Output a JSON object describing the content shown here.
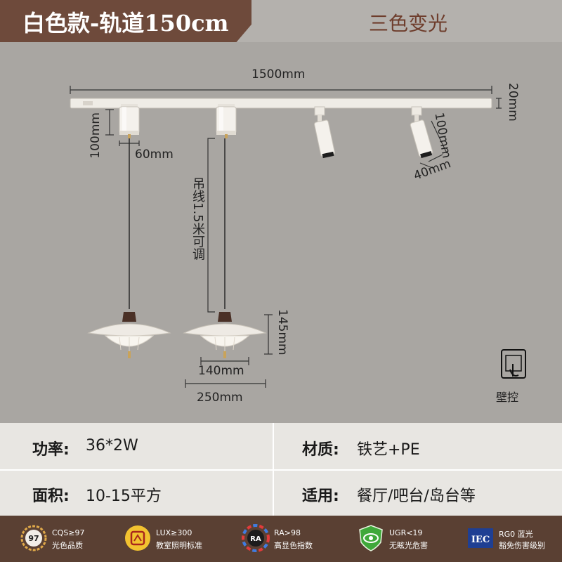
{
  "header": {
    "title": "白色款-轨道150cm",
    "right_label": "三色变光"
  },
  "dimensions": {
    "track_length": "1500mm",
    "track_height": "20mm",
    "spot_height": "100mm",
    "spot_width": "60mm",
    "tilt_spot_height": "100mm",
    "tilt_spot_width": "40mm",
    "cable_note": "吊线1.5米可调",
    "pendant_height": "145mm",
    "pendant_inner_width": "140mm",
    "pendant_outer_width": "250mm"
  },
  "wall_control": {
    "label": "壁控"
  },
  "specs": {
    "power_label": "功率:",
    "power_value": "36*2W",
    "material_label": "材质:",
    "material_value": "铁艺+PE",
    "area_label": "面积:",
    "area_value": "10-15平方",
    "usage_label": "适用:",
    "usage_value": "餐厅/吧台/岛台等"
  },
  "badges": [
    {
      "icon": "cqs-icon",
      "icon_text": "97",
      "line1": "CQS≥97",
      "line2": "光色品质"
    },
    {
      "icon": "lux-icon",
      "icon_text": "",
      "line1": "LUX≥300",
      "line2": "教室照明标准"
    },
    {
      "icon": "ra-icon",
      "icon_text": "RA",
      "line1": "RA>98",
      "line2": "高显色指数"
    },
    {
      "icon": "eye-shield-icon",
      "icon_text": "",
      "line1": "UGR<19",
      "line2": "无眩光危害"
    },
    {
      "icon": "iec-icon",
      "icon_text": "IEC",
      "line1": "RG0 蓝光",
      "line2": "豁免伤害级别"
    }
  ],
  "colors": {
    "title_bg": "#6e4a3b",
    "accent_text": "#6e3d2c",
    "footer_bg": "#5a4033",
    "stage_bg": "#a9a6a2"
  }
}
